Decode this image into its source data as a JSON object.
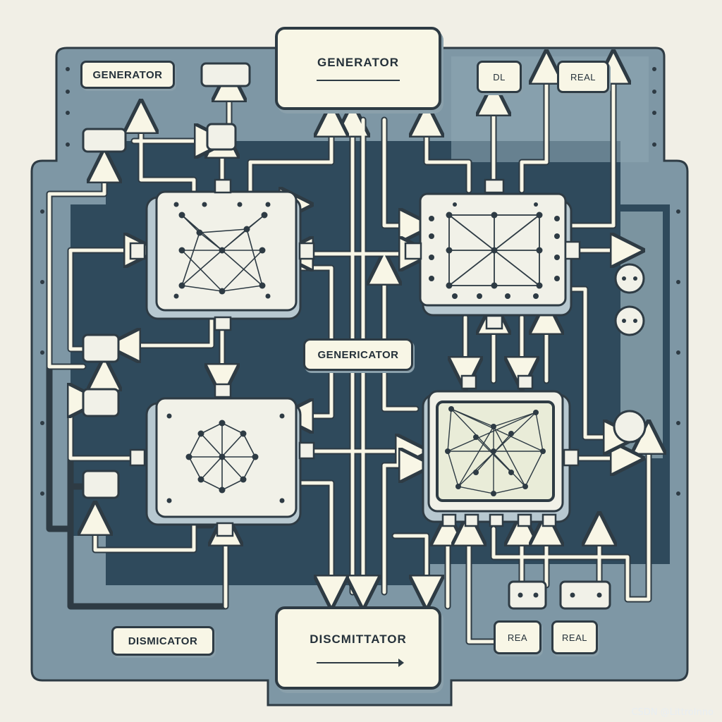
{
  "labels": {
    "top_center": "GENERATOR",
    "top_left": "GENERATOR",
    "top_right_small": "DL",
    "top_right_real": "REAL",
    "middle": "GENERICATOR",
    "bottom_left": "DISMICATOR",
    "bottom_center": "DISCMITTATOR",
    "bottom_right_rea": "REA",
    "bottom_right_real": "REAL"
  },
  "watermark": "CSDN @LittroInno",
  "colors": {
    "background": "#f1efe6",
    "board_light": "#7e97a5",
    "board_dark": "#2f4a5c",
    "box_fill": "#f8f6e6",
    "outline": "#2e3b44"
  }
}
